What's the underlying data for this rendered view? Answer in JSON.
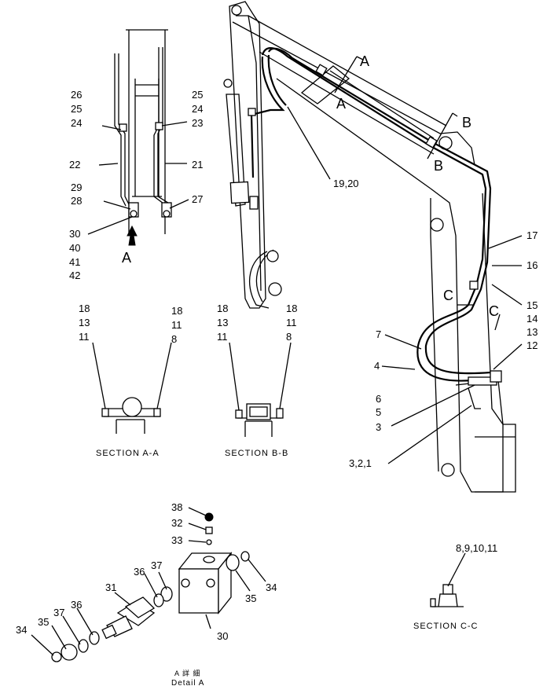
{
  "left_arm_labels": {
    "l1": "26",
    "l2": "25",
    "l3": "24",
    "l4": "22",
    "l5": "29",
    "l6": "28",
    "l7": "30",
    "l8": "40",
    "l9": "41",
    "l10": "42",
    "r1": "25",
    "r2": "24",
    "r3": "23",
    "r4": "21",
    "r5": "27",
    "arrow": "A"
  },
  "boom_labels": {
    "sectA_top": "A",
    "sectA_bot": "A",
    "sectB_top": "B",
    "sectB_bot": "B",
    "sectC_left": "C",
    "sectC_right": "C",
    "n19_20": "19,20",
    "n17": "17",
    "n16": "16",
    "n15": "15",
    "n14": "14",
    "n13": "13",
    "n12": "12",
    "n7": "7",
    "n4": "4",
    "n6": "6",
    "n5": "5",
    "n3": "3",
    "n3_2_1": "3,2,1"
  },
  "section_aa": {
    "title": "SECTION A-A",
    "left": [
      "18",
      "13",
      "11"
    ],
    "right": [
      "18",
      "11",
      "8"
    ]
  },
  "section_bb": {
    "title": "SECTION B-B",
    "left": [
      "18",
      "13",
      "11"
    ],
    "right": [
      "18",
      "11",
      "8"
    ]
  },
  "section_cc": {
    "title": "SECTION C-C",
    "label": "8,9,10,11"
  },
  "detail_a": {
    "n38": "38",
    "n32": "32",
    "n33": "33",
    "n37a": "37",
    "n36a": "36",
    "n31": "31",
    "n35a": "35",
    "n34a": "34",
    "n30": "30",
    "n34b": "34",
    "n35b": "35",
    "n37b": "37",
    "n36b": "36",
    "caption_top": "A 詳 細",
    "caption_bottom": "Detail A"
  }
}
